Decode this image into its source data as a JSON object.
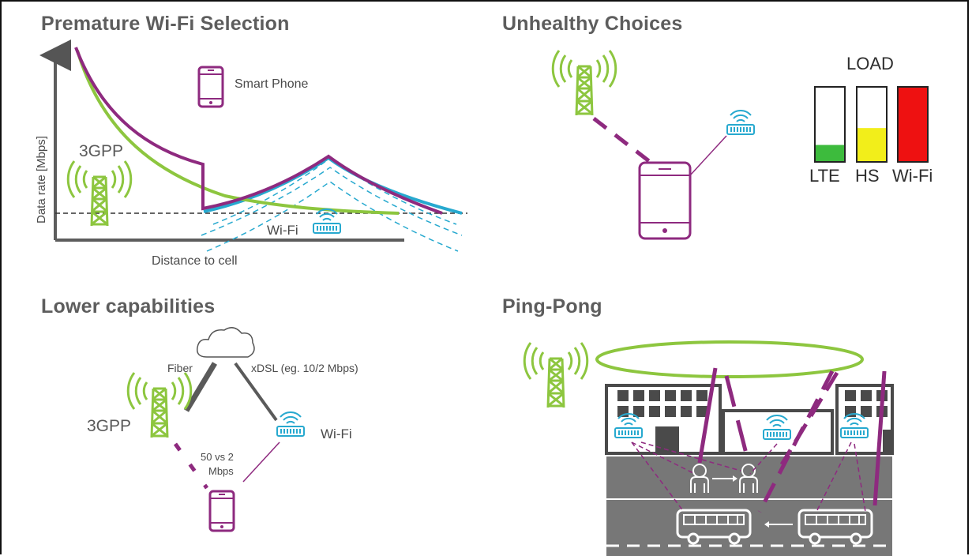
{
  "panels": {
    "premature": {
      "title": "Premature Wi-Fi Selection",
      "y_axis_label": "Data rate [Mbps]",
      "x_axis_label": "Distance to cell",
      "device_label": "Smart Phone",
      "tower_label": "3GPP",
      "wifi_label": "Wi-Fi"
    },
    "unhealthy": {
      "title": "Unhealthy Choices",
      "load_title": "LOAD",
      "bars": [
        {
          "label": "LTE",
          "fill": 0.22,
          "color": "#3dbb3d"
        },
        {
          "label": "HS",
          "fill": 0.45,
          "color": "#f2ee1a"
        },
        {
          "label": "Wi-Fi",
          "fill": 1.0,
          "color": "#ee1111"
        }
      ]
    },
    "lower": {
      "title": "Lower capabilities",
      "fiber_label": "Fiber",
      "xdsl_label": "xDSL (eg. 10/2 Mbps)",
      "tower_label": "3GPP",
      "wifi_label": "Wi-Fi",
      "speed_label_line1": "50 vs 2",
      "speed_label_line2": "Mbps"
    },
    "pingpong": {
      "title": "Ping-Pong"
    }
  },
  "colors": {
    "green": "#8dc63f",
    "purple": "#8e2a7f",
    "blue": "#27a9cf",
    "gray": "#5d5d5d",
    "dark": "#3f3f3f"
  }
}
